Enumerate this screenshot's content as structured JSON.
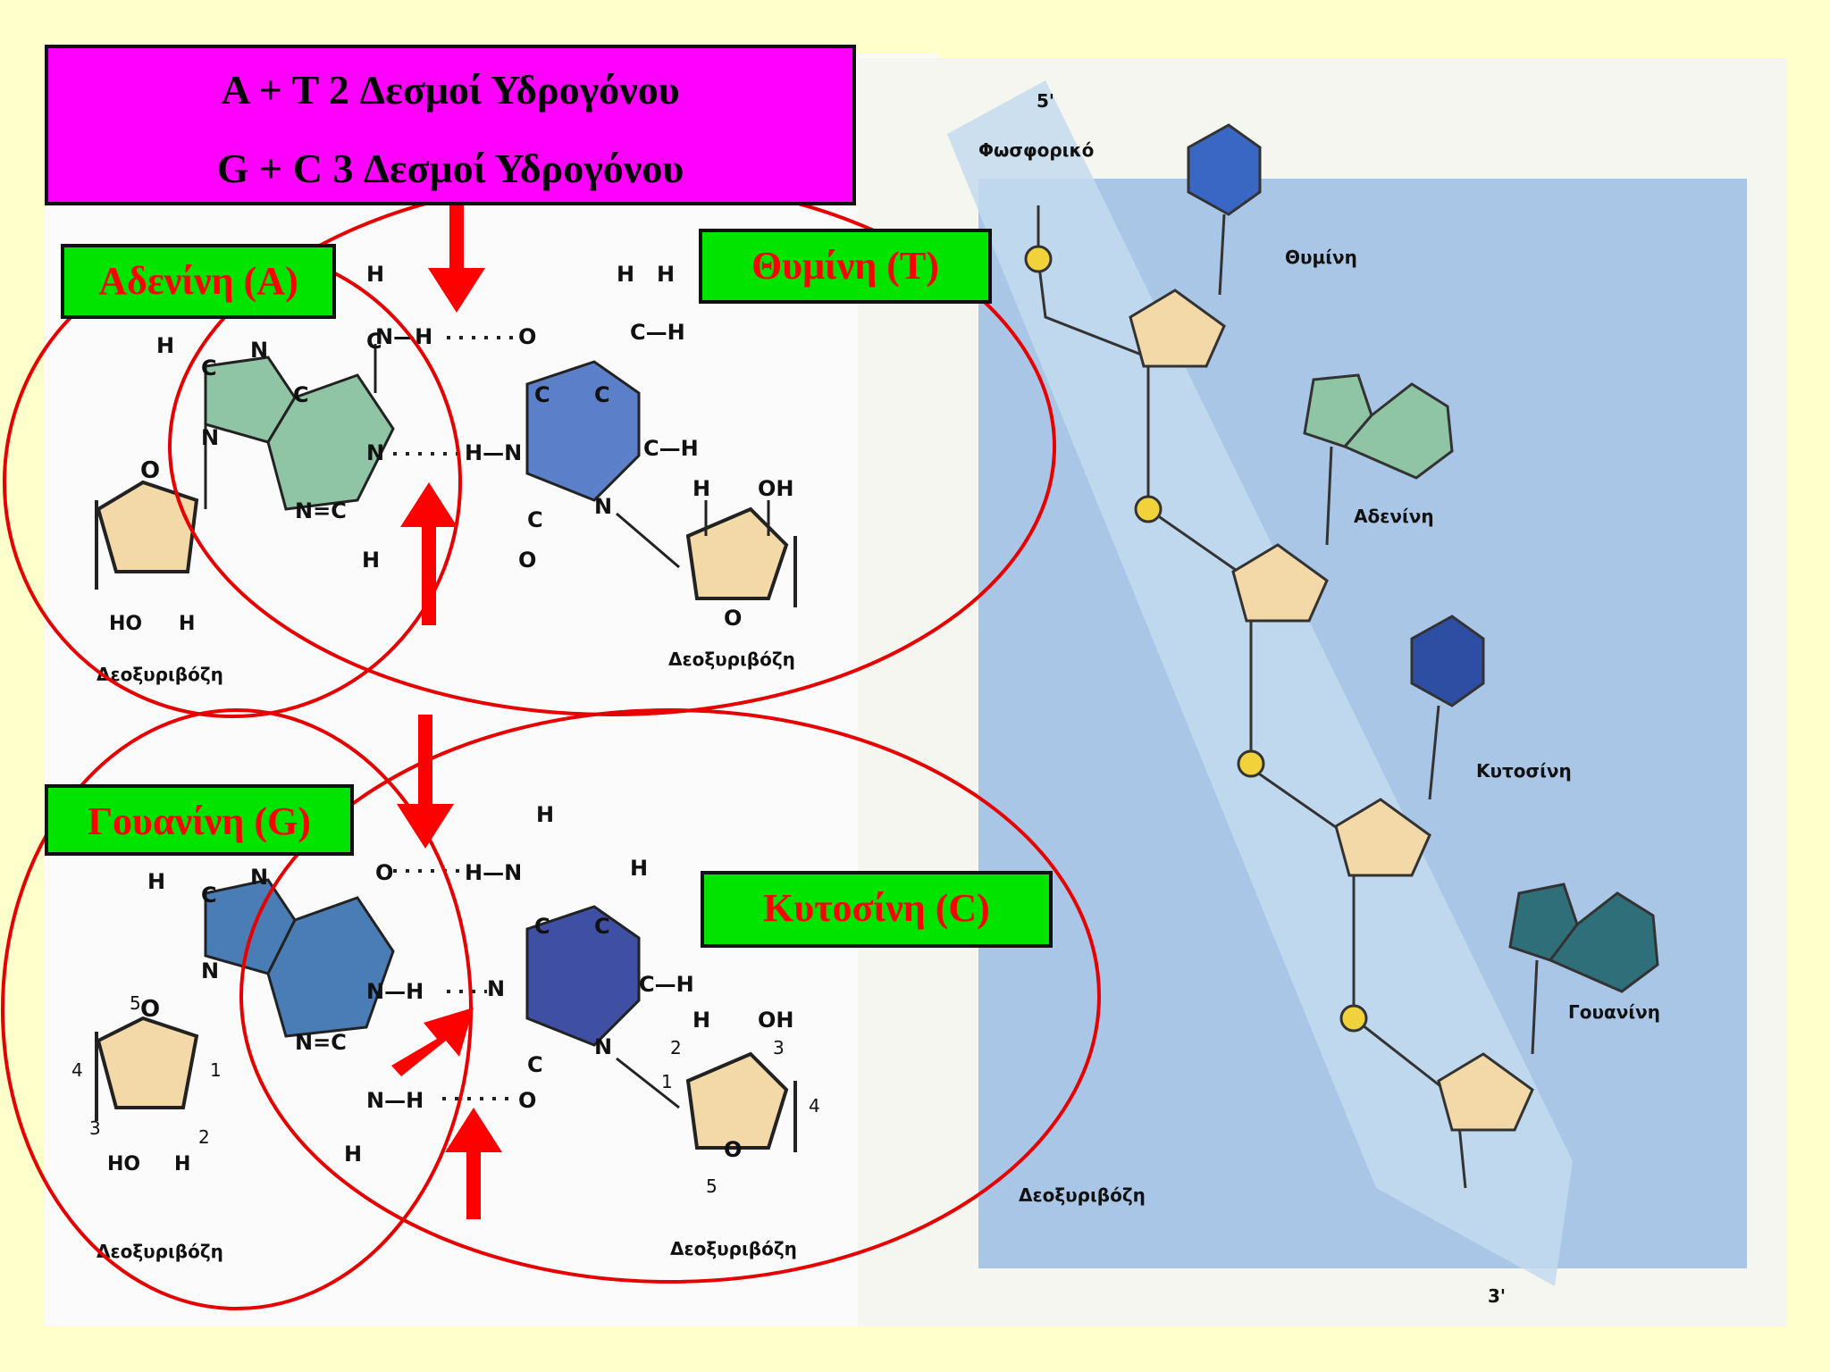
{
  "header": {
    "line1": "A + T 2 Δεσμοί Υδρογόνου",
    "line2": "G + C 3 Δεσμοί Υδρογόνου"
  },
  "bases": {
    "adenine": "Αδενίνη (Α)",
    "thymine": "Θυμίνη (Τ)",
    "guanine": "Γουανίνη (G)",
    "cytosine": "Κυτοσίνη (C)"
  },
  "left_diagram": {
    "deoxyribose": "Δεοξυριβόζη",
    "ring_numbers": [
      "1",
      "2",
      "3",
      "4",
      "5"
    ]
  },
  "right_diagram": {
    "five_prime": "5'",
    "three_prime": "3'",
    "phosphate": "Φωσφορικό",
    "thymine": "Θυμίνη",
    "adenine": "Αδενίνη",
    "cytosine": "Κυτοσίνη",
    "guanine": "Γουανίνη",
    "deoxyribose": "Δεοξυριβόζη"
  },
  "colors": {
    "background": "#ffffcc",
    "title_box": "#ff00ff",
    "label_box": "#00e400",
    "label_text": "#ff0000",
    "circle": "#e60000",
    "arrow": "#ff0000",
    "thymine_ring": "#5b7fc9",
    "cytosine_ring": "#3f4fa3",
    "adenine_ring": "#8fc4a4",
    "guanine_ring": "#4a7cb5",
    "sugar": "#f3d9a8",
    "phosphate": "#f2d23a",
    "blue_panel": "#a9c6e6"
  }
}
